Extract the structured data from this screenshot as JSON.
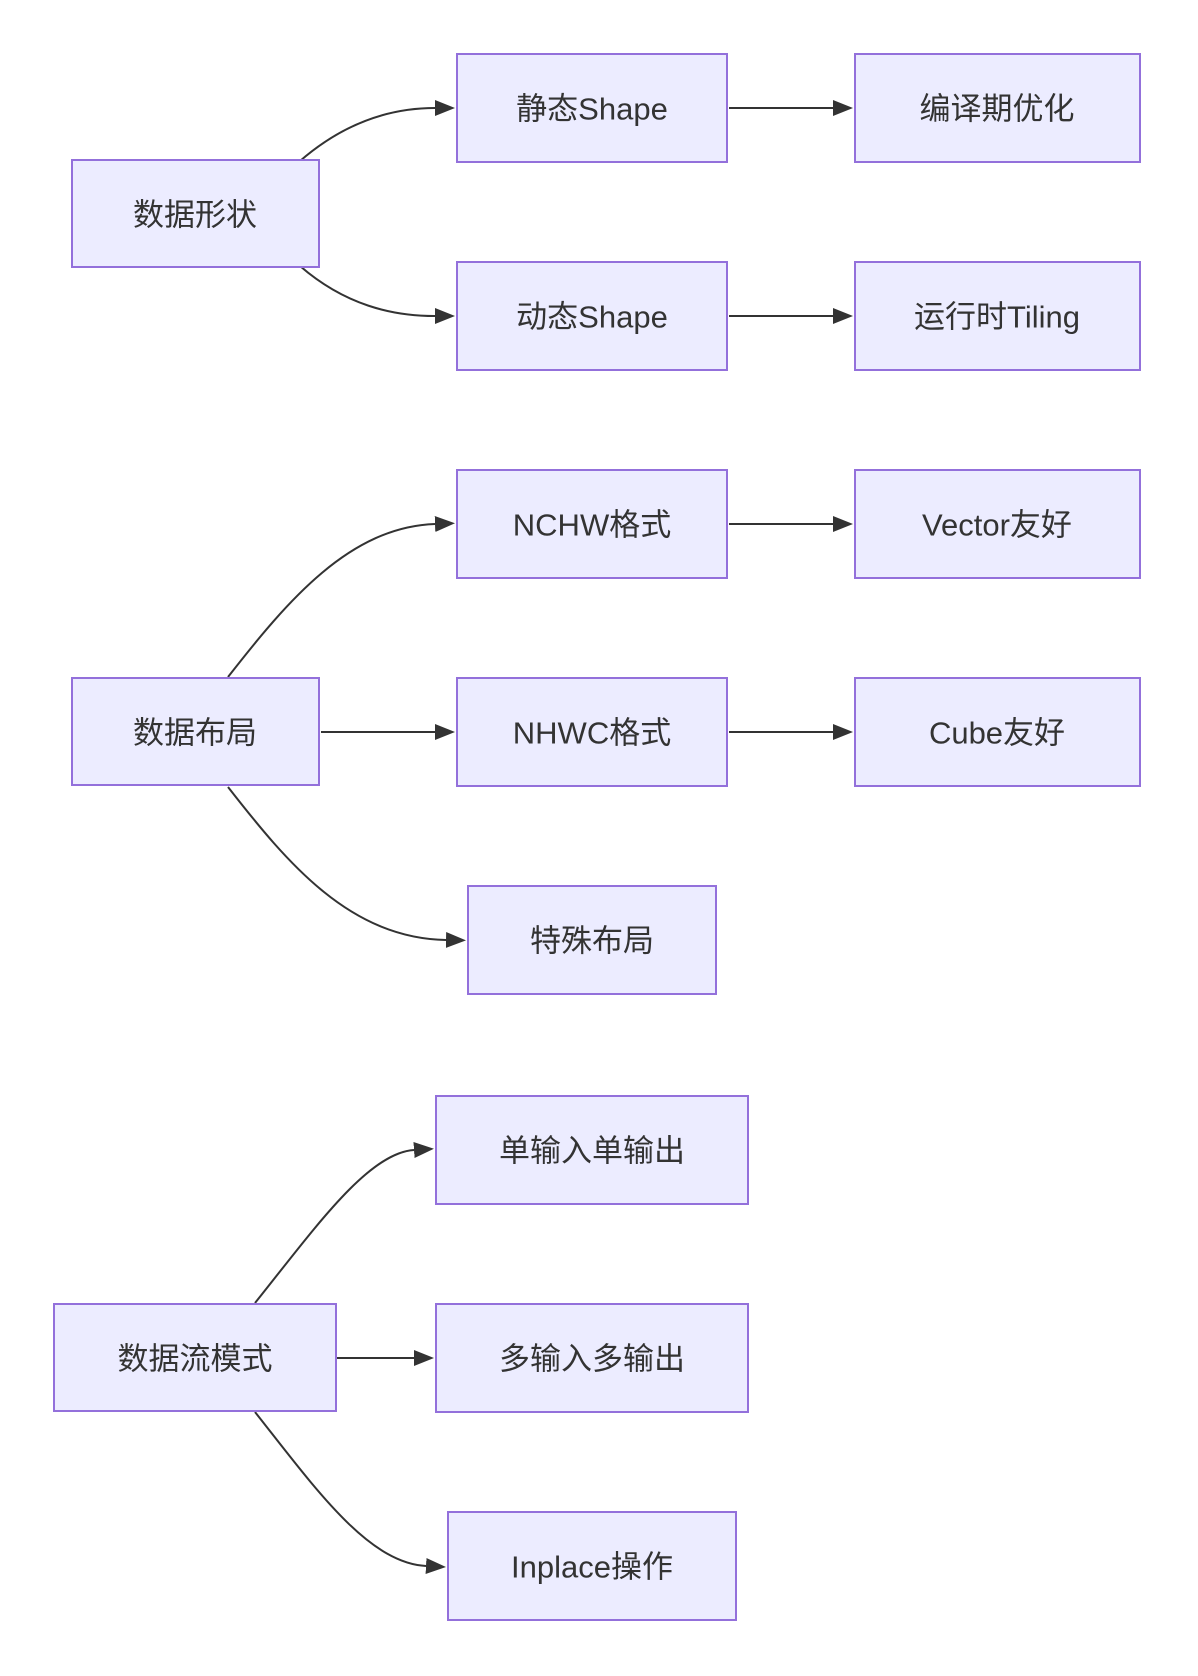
{
  "diagram": {
    "type": "flowchart",
    "direction": "left-to-right",
    "background": "#ffffff",
    "colors": {
      "node_fill": "#ECECFF",
      "node_border": "#9370DB",
      "text": "#333333",
      "edge": "#333333"
    },
    "nodes": [
      {
        "id": "data-shape",
        "label": "数据形状"
      },
      {
        "id": "static-shape",
        "label": "静态Shape"
      },
      {
        "id": "compile-time-opt",
        "label": "编译期优化"
      },
      {
        "id": "dynamic-shape",
        "label": "动态Shape"
      },
      {
        "id": "runtime-tiling",
        "label": "运行时Tiling"
      },
      {
        "id": "data-layout",
        "label": "数据布局"
      },
      {
        "id": "nchw-format",
        "label": "NCHW格式"
      },
      {
        "id": "vector-friendly",
        "label": "Vector友好"
      },
      {
        "id": "nhwc-format",
        "label": "NHWC格式"
      },
      {
        "id": "cube-friendly",
        "label": "Cube友好"
      },
      {
        "id": "special-layout",
        "label": "特殊布局"
      },
      {
        "id": "dataflow-mode",
        "label": "数据流模式"
      },
      {
        "id": "siso",
        "label": "单输入单输出"
      },
      {
        "id": "mimo",
        "label": "多输入多输出"
      },
      {
        "id": "inplace-op",
        "label": "Inplace操作"
      }
    ],
    "edges": [
      {
        "from": "数据形状",
        "to": "静态Shape"
      },
      {
        "from": "数据形状",
        "to": "动态Shape"
      },
      {
        "from": "静态Shape",
        "to": "编译期优化"
      },
      {
        "from": "动态Shape",
        "to": "运行时Tiling"
      },
      {
        "from": "数据布局",
        "to": "NCHW格式"
      },
      {
        "from": "数据布局",
        "to": "NHWC格式"
      },
      {
        "from": "数据布局",
        "to": "特殊布局"
      },
      {
        "from": "NCHW格式",
        "to": "Vector友好"
      },
      {
        "from": "NHWC格式",
        "to": "Cube友好"
      },
      {
        "from": "数据流模式",
        "to": "单输入单输出"
      },
      {
        "from": "数据流模式",
        "to": "多输入多输出"
      },
      {
        "from": "数据流模式",
        "to": "Inplace操作"
      }
    ]
  }
}
